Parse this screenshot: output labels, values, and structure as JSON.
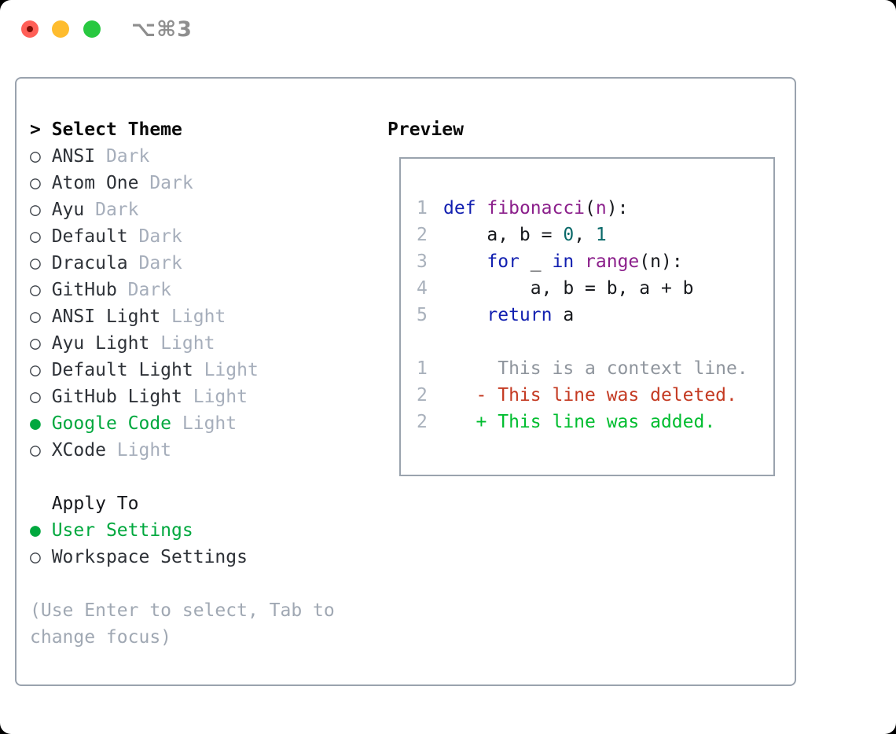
{
  "titlebar": {
    "shortcut": "⌥⌘3"
  },
  "colors": {
    "accent_green": "#00a83e",
    "diff_added_green": "#00bd2f",
    "diff_deleted_red": "#c43a22",
    "keyword_blue": "#111fb0",
    "type_purple": "#8b1f8b",
    "literal_teal": "#0a6969",
    "muted_gray": "#a6aebb",
    "panel_border_gray": "#9aa3ae",
    "traffic_red": "#ff5f57",
    "traffic_yellow": "#febc2e",
    "traffic_green": "#28c840"
  },
  "theme_panel": {
    "header": {
      "prefix": ">",
      "label": "Select Theme"
    },
    "themes": [
      {
        "name": "ANSI",
        "variant": "Dark",
        "selected": false
      },
      {
        "name": "Atom One",
        "variant": "Dark",
        "selected": false
      },
      {
        "name": "Ayu",
        "variant": "Dark",
        "selected": false
      },
      {
        "name": "Default",
        "variant": "Dark",
        "selected": false
      },
      {
        "name": "Dracula",
        "variant": "Dark",
        "selected": false
      },
      {
        "name": "GitHub",
        "variant": "Dark",
        "selected": false
      },
      {
        "name": "ANSI Light",
        "variant": "Light",
        "selected": false
      },
      {
        "name": "Ayu Light",
        "variant": "Light",
        "selected": false
      },
      {
        "name": "Default Light",
        "variant": "Light",
        "selected": false
      },
      {
        "name": "GitHub Light",
        "variant": "Light",
        "selected": false
      },
      {
        "name": "Google Code",
        "variant": "Light",
        "selected": true
      },
      {
        "name": "XCode",
        "variant": "Light",
        "selected": false
      }
    ],
    "apply_to": {
      "label": "Apply To",
      "options": [
        {
          "name": "User Settings",
          "selected": true
        },
        {
          "name": "Workspace Settings",
          "selected": false
        }
      ]
    },
    "help_lines": [
      "(Use Enter to select, Tab to",
      "change focus)"
    ]
  },
  "preview": {
    "label": "Preview",
    "code_lines": [
      {
        "num": "1",
        "tokens": [
          [
            "kw",
            "def"
          ],
          [
            "pln",
            " "
          ],
          [
            "typ",
            "fibonacci"
          ],
          [
            "pln",
            "("
          ],
          [
            "typ",
            "n"
          ],
          [
            "pln",
            "):"
          ]
        ]
      },
      {
        "num": "2",
        "tokens": [
          [
            "pln",
            "    a, b = "
          ],
          [
            "lit",
            "0"
          ],
          [
            "pln",
            ", "
          ],
          [
            "lit",
            "1"
          ]
        ]
      },
      {
        "num": "3",
        "tokens": [
          [
            "pln",
            "    "
          ],
          [
            "kw",
            "for"
          ],
          [
            "pln",
            " _ "
          ],
          [
            "kw",
            "in"
          ],
          [
            "pln",
            " "
          ],
          [
            "typ",
            "range"
          ],
          [
            "pln",
            "(n):"
          ]
        ]
      },
      {
        "num": "4",
        "tokens": [
          [
            "pln",
            "        a, b = b, a + b"
          ]
        ]
      },
      {
        "num": "5",
        "tokens": [
          [
            "pln",
            "    "
          ],
          [
            "kw",
            "return"
          ],
          [
            "pln",
            " a"
          ]
        ]
      }
    ],
    "diff_lines": [
      {
        "num": "1",
        "kind": "context",
        "marker": "",
        "text": "This is a context line."
      },
      {
        "num": "2",
        "kind": "deleted",
        "marker": "-",
        "text": "This line was deleted."
      },
      {
        "num": "2",
        "kind": "added",
        "marker": "+",
        "text": "This line was added."
      }
    ]
  }
}
